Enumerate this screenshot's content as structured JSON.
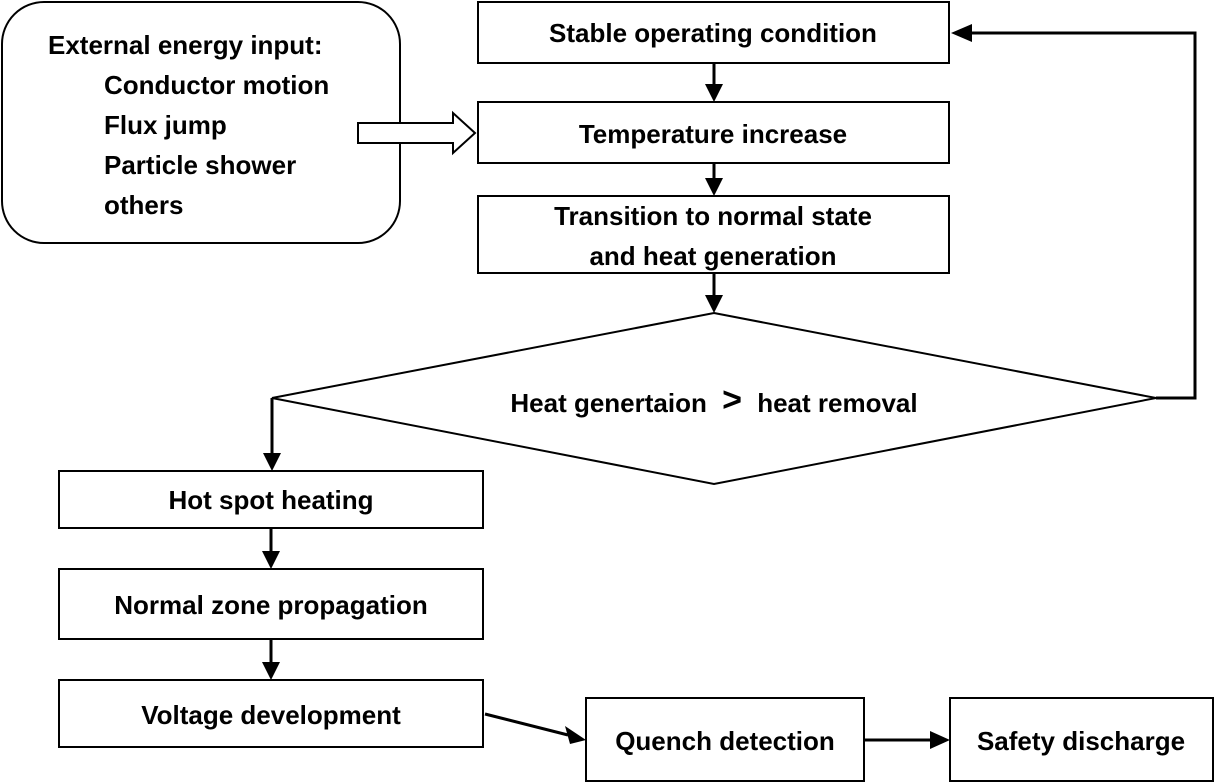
{
  "diagram": {
    "input_box": {
      "title": "External energy input:",
      "items": [
        "Conductor motion",
        "Flux jump",
        "Particle shower",
        "others"
      ]
    },
    "nodes": {
      "stable": "Stable operating condition",
      "temp": "Temperature increase",
      "transition_line1": "Transition to normal state",
      "transition_line2": "and heat generation",
      "decision_left": "Heat genertaion",
      "decision_gt": ">",
      "decision_right": "heat removal",
      "hotspot": "Hot spot heating",
      "propagation": "Normal zone propagation",
      "voltage": "Voltage development",
      "detection": "Quench detection",
      "discharge": "Safety discharge"
    }
  }
}
